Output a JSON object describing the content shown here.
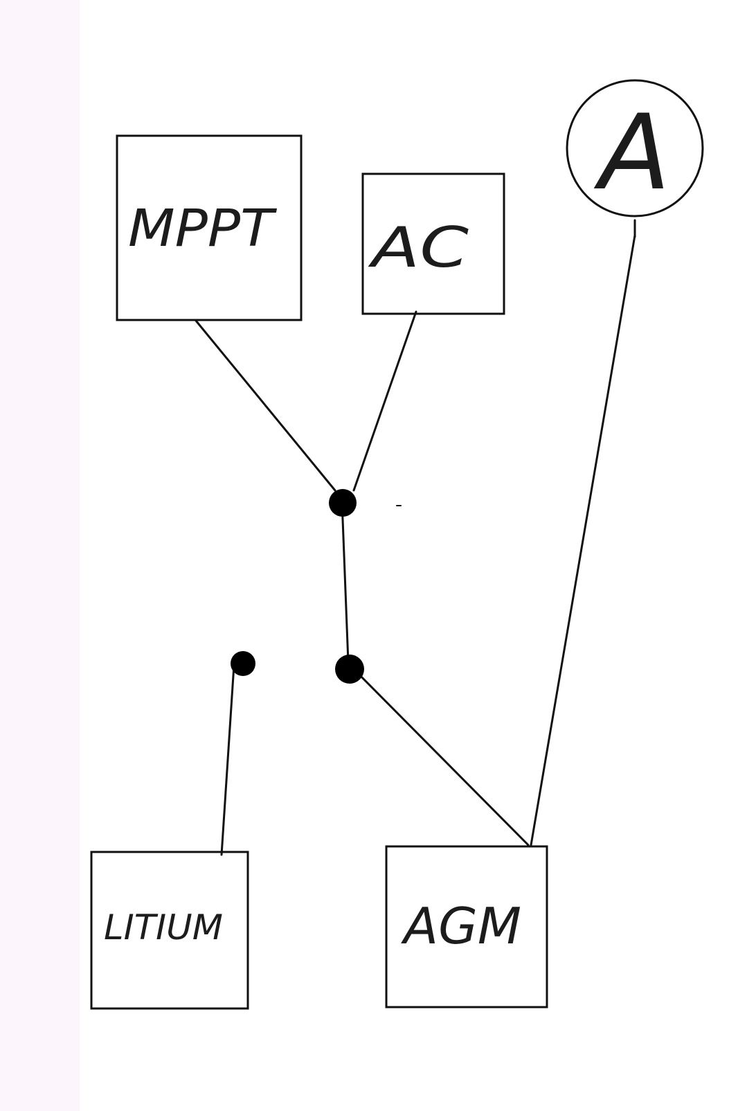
{
  "diagram": {
    "components": {
      "mppt": {
        "label": "MPPT"
      },
      "ac": {
        "label": "AC"
      },
      "ammeter": {
        "label": "A"
      },
      "lithium": {
        "label": "LITIUM"
      },
      "agm": {
        "label": "AGM"
      }
    },
    "colors": {
      "stroke": "#111111",
      "node": "#000000",
      "background": "#ffffff",
      "side_strip": "#fcf6fc"
    }
  }
}
